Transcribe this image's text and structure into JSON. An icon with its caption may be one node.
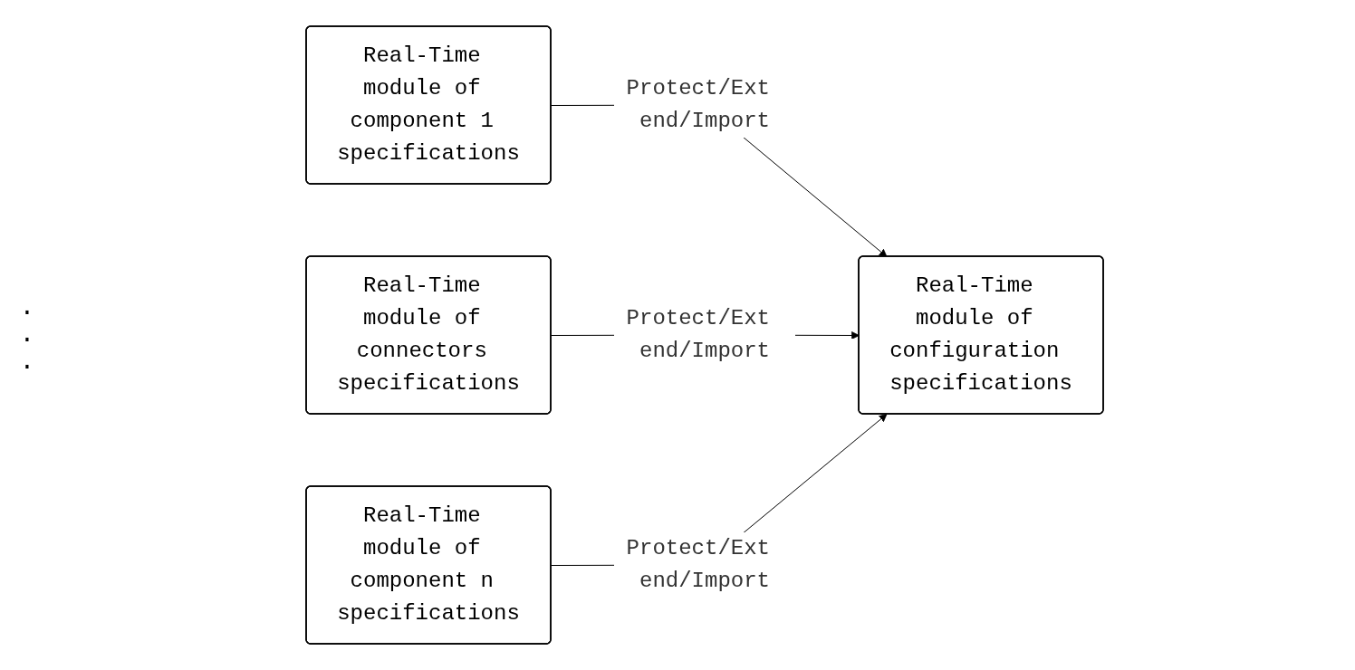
{
  "diagram": {
    "nodes": [
      {
        "text": [
          "Real-Time module of component 1 specifications"
        ]
      },
      {
        "text": [
          "Real-Time module of connectors specifications"
        ]
      },
      {
        "text": [
          "Real-Time module of component n specifications"
        ]
      },
      {
        "text": [
          "Real-Time module of configuration specifications"
        ]
      }
    ],
    "edges": [
      {
        "from": 0,
        "to": 3,
        "arrow": "to",
        "label": "Protect/Ext end/Import"
      },
      {
        "from": 1,
        "to": 3,
        "arrow": "to",
        "label": "Protect/Ext end/Import"
      },
      {
        "from": 2,
        "to": 3,
        "arrow": "to",
        "label": "Protect/Ext end/Import"
      }
    ],
    "labels": [
      ".",
      ".",
      "."
    ]
  }
}
